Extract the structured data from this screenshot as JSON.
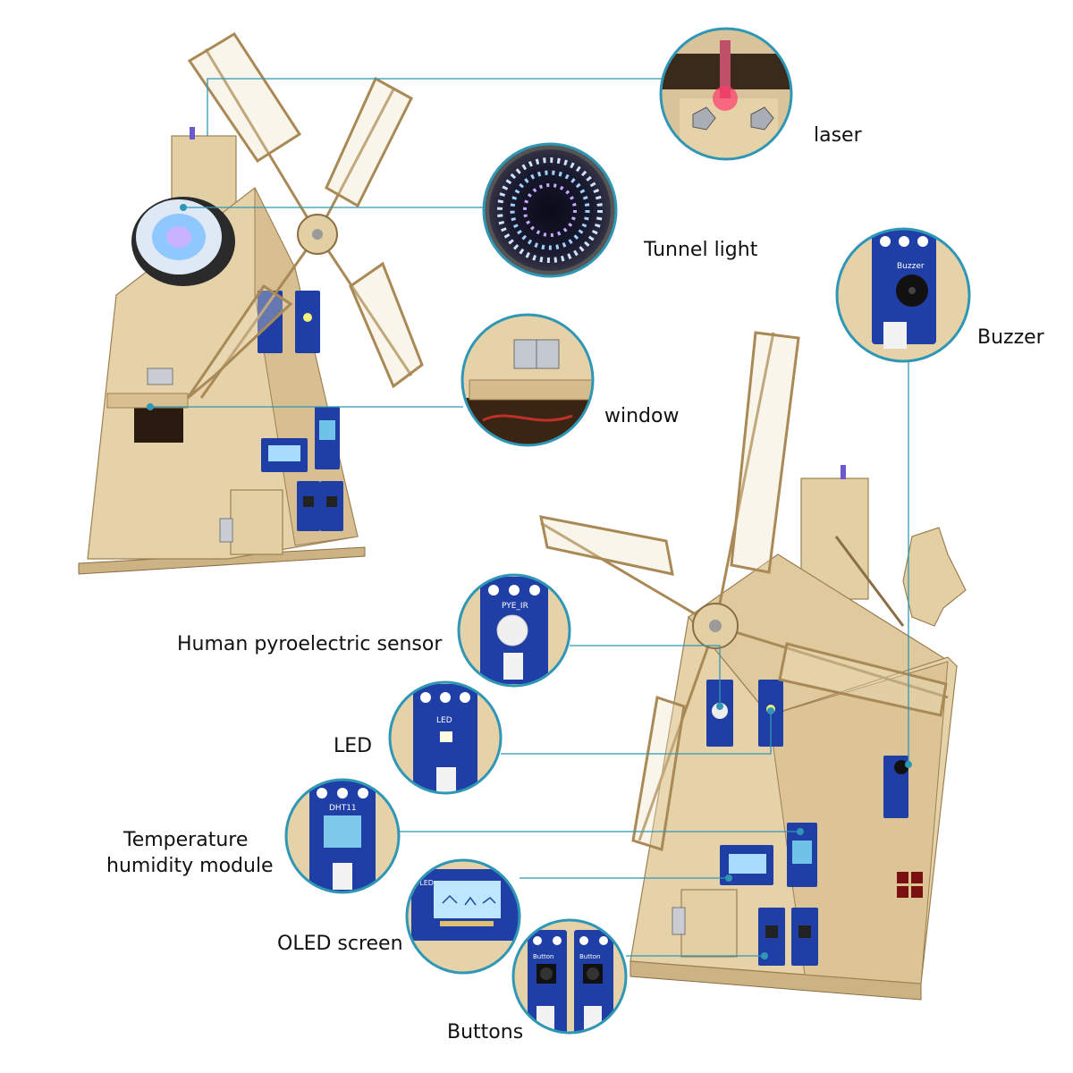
{
  "colors": {
    "leader_line": "#2f97b5",
    "callout_ring": "#2f97b5",
    "label_text": "#111111",
    "plywood": "#e6d2a9",
    "plywood_dark": "#cdb383",
    "pcb_blue": "#1f3fa6"
  },
  "labels": {
    "laser": "laser",
    "tunnel_light": "Tunnel light",
    "window": "window",
    "buzzer": "Buzzer",
    "human_pyroelectric_sensor": "Human pyroelectric sensor",
    "led": "LED",
    "temperature_humidity_line1": "Temperature",
    "temperature_humidity_line2": "humidity module",
    "oled_screen": "OLED screen",
    "buttons": "Buttons"
  },
  "module_silkscreen": {
    "buzzer": "Buzzer",
    "pir": "PYE_IR",
    "led": "LED",
    "dht": "DHT11",
    "oled": "OLED",
    "button": "Button"
  },
  "icons": {
    "laser": "laser-module-icon",
    "tunnel_light": "tunnel-light-icon",
    "window": "window-hinge-icon",
    "buzzer": "buzzer-module-icon",
    "pir": "pir-sensor-icon",
    "led": "led-module-icon",
    "dht": "dht11-module-icon",
    "oled": "oled-screen-icon",
    "buttons": "button-modules-icon"
  }
}
